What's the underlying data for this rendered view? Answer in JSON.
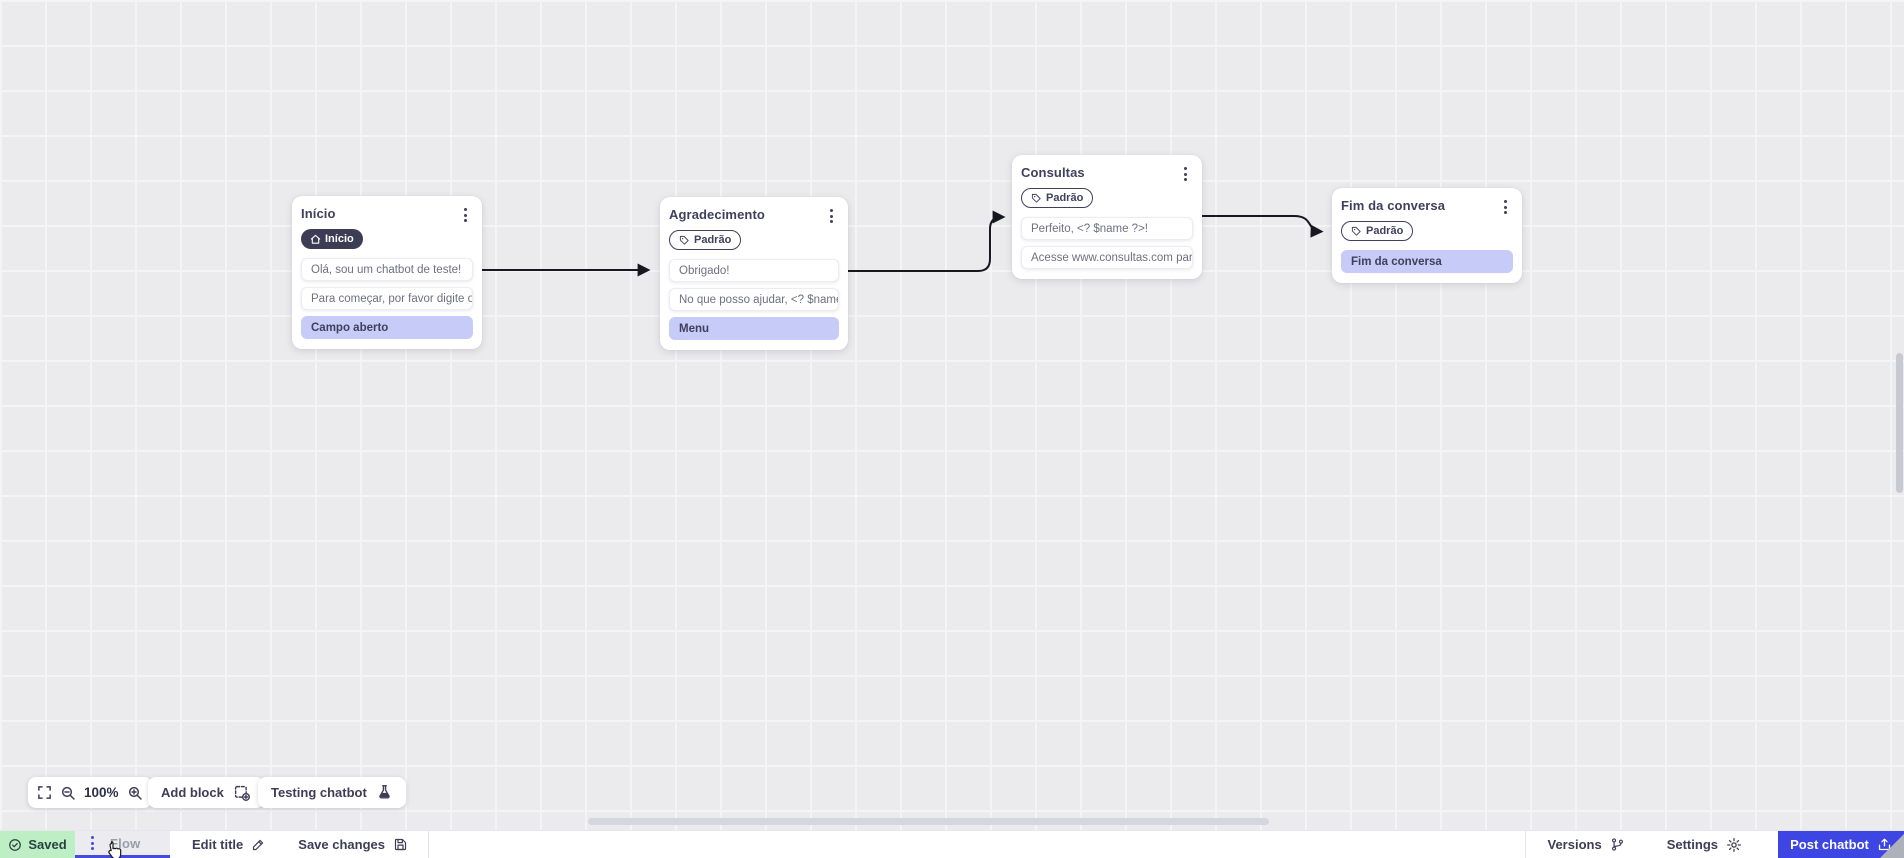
{
  "colors": {
    "accent_blue": "#3d45e2",
    "tab_underline_blue": "#454be0",
    "highlight_lavender": "#c6cbf8",
    "saved_green": "#bdeec4",
    "node_dark": "#3c3c55",
    "wire_black": "#17171f",
    "canvas_gray": "#ebebed"
  },
  "nodes": [
    {
      "title": "Início",
      "badge": "Início",
      "messages": [
        {
          "text": "Olá, sou um chatbot de teste!"
        },
        {
          "text": "Para começar, por favor digite o ..."
        },
        {
          "text": "Campo aberto"
        }
      ]
    },
    {
      "title": "Agradecimento",
      "badge": "Padrão",
      "messages": [
        {
          "text": "Obrigado!"
        },
        {
          "text": "No que posso ajudar, <? $name ..."
        },
        {
          "text": "Menu"
        }
      ]
    },
    {
      "title": "Consultas",
      "badge": "Padrão",
      "messages": [
        {
          "text": "Perfeito, <? $name ?>!"
        },
        {
          "text": "Acesse www.consultas.com par..."
        }
      ]
    },
    {
      "title": "Fim da conversa",
      "badge": "Padrão",
      "messages": [
        {
          "text": "Fim da conversa"
        }
      ]
    }
  ],
  "toolbar": {
    "zoom_level": "100%",
    "add_block": "Add block",
    "testing_chatbot": "Testing chatbot"
  },
  "statusbar": {
    "saved": "Saved",
    "flow_tab": "Flow",
    "edit_title": "Edit title",
    "save_changes": "Save changes",
    "versions": "Versions",
    "settings": "Settings",
    "post_chatbot": "Post chatbot"
  }
}
